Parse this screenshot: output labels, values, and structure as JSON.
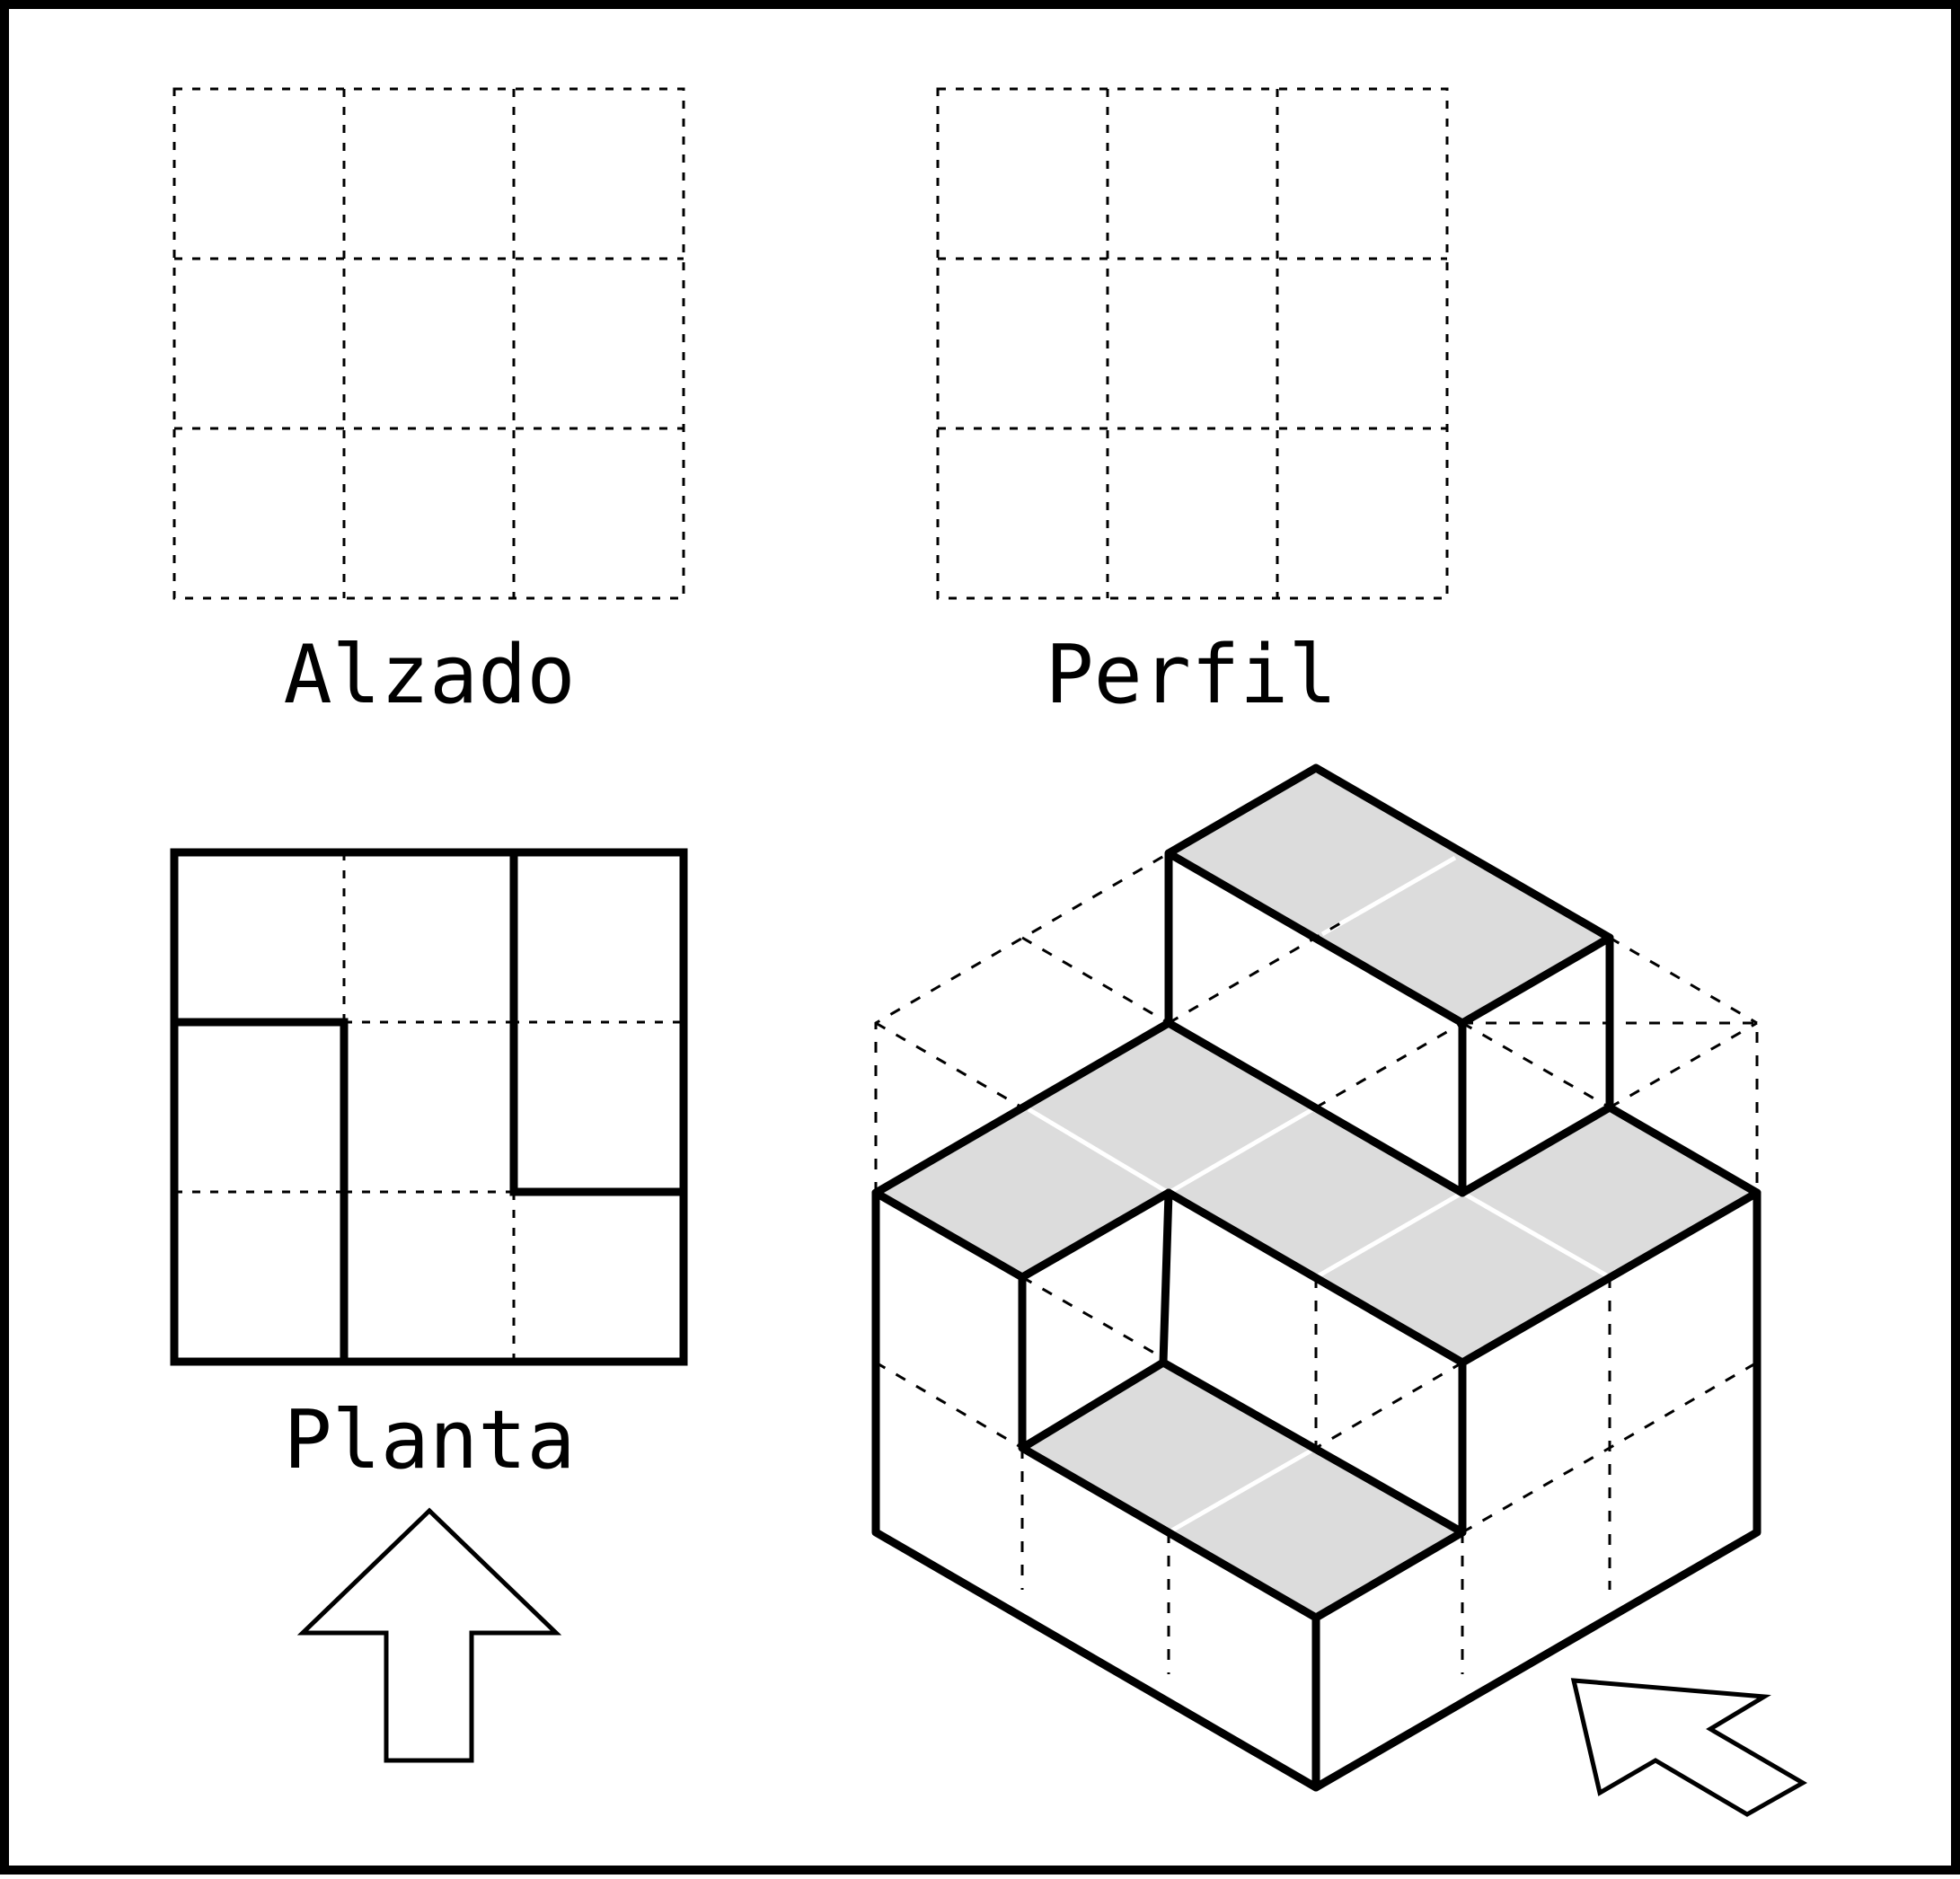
{
  "labels": {
    "elevation": "Alzado",
    "profile": "Perfil",
    "plan": "Planta"
  },
  "colors": {
    "stroke": "#000000",
    "background": "#ffffff",
    "top_face_fill": "#dcdcdc",
    "grid_seam": "#ffffff"
  },
  "views": {
    "elevation_grid": {
      "rows": 3,
      "cols": 3,
      "state": "empty"
    },
    "profile_grid": {
      "rows": 3,
      "cols": 3,
      "state": "empty"
    },
    "plan_grid": {
      "rows": 3,
      "cols": 3,
      "state": "drawn"
    }
  },
  "icons": {
    "plan_direction": "arrow-up-icon",
    "view_direction": "arrow-up-left-icon"
  }
}
